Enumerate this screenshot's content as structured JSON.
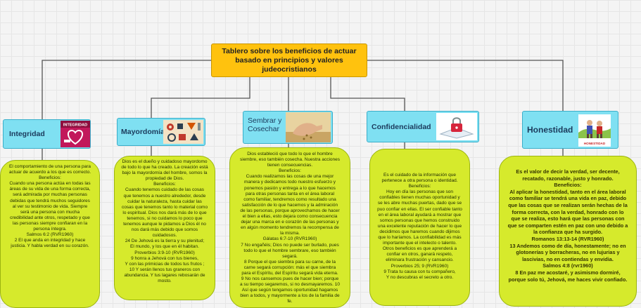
{
  "root": {
    "lines": [
      "Tablero sobre los beneficios de actuar",
      "basado en principios y valores",
      "judeocristianos"
    ]
  },
  "branches": [
    {
      "id": "integridad",
      "title": "Integridad",
      "image_caption": "INTEGRIDAD",
      "icon": "integrity-heart-icon",
      "lines": [
        "El comportamiento de una persona para",
        "actuar de acuerdo a los que es correcto.",
        "Beneficios:",
        "Cuando una persona actúa en todas las",
        "áreas de su vida de una forma correcta,",
        "será admirada por muchas personas",
        "debidas que tendrá muchos seguidores",
        "al ver su testimonio de vida. Siempre",
        "será una persona con mucha",
        "credibilidad ante otros, respetado y que",
        "las personas siempre confiaran en la",
        "persona íntegra.",
        "Salmos 6:2 (RVR1960)",
        "2 El que anda en integridad y hace",
        "justicia. Y habla verdad en su corazón."
      ]
    },
    {
      "id": "mayordomia",
      "title": "Mayordomía",
      "icon": "stewardship-tools-icon",
      "lines": [
        "Dios es el dueño y cuidadoso mayordomo",
        "de todo lo que ha creado. La creación está",
        "bajo la mayordomía del hombre, somos la",
        "propiedad de Dios.",
        "Beneficios:",
        "Cuando tenemos cuidado de las cosas",
        "que tenemos a nuestro alrededor, desde",
        "cuidar la naturaleza, hasta cuidar las",
        "cosas que tenemos tanto lo material como",
        "lo espiritual. Dios nos dará más de lo que",
        "tenemos, si no cuidamos lo poco que",
        "tenemos aunque le pidamos a Dios él no",
        "nos dará más debido que somos",
        "cuidadosos.",
        "24 De Jehová es la tierra y su plenitud;",
        "El mundo, y los que en él habitan.",
        "Proverbios 3:9-10 (RVR1960)",
        "9 honra a Jehová con tus bienes,",
        "Y con las primicias de todos tus frutos ;",
        "10 Y serán llenos tus graneros con",
        "abundancia. Y tus lagares rebosarán de",
        "mosto."
      ]
    },
    {
      "id": "sembrar",
      "title_lines": [
        "Sembrar y",
        "Cosechar"
      ],
      "icon": "sowing-hand-icon",
      "lines": [
        "Dios estableció que todo lo que el hombre",
        "siembre, eso también cosecha. Nuestra acciones",
        "tienen consecuencias.",
        "Beneficios:",
        "Cuando realizamos las cosas de una mejor",
        "manera y dedicamos todo nuestro esfuerzo y",
        "ponemos pasión y entrega a lo que hacemos",
        "para otras personas tanta en el área laboral",
        "como familiar, tendremos como resultado una",
        "satisfacción de lo que hacemos y la admiración",
        "de las personas, porque aprovechamos de hacer",
        "el bien a ellas, esto dejara como consecuencia",
        "dejar una marca en e corazón de las personas y",
        "en algún momento tendremos la recompensa de",
        "la misma.",
        "Gálatas 6:7-10 (RVR1960)",
        "7 No engañéis; Dios no puede ser burlado, pues",
        "todo lo que el hombre sembrare, eso también",
        "segará.",
        "8 Porque el que siembra para su carne, de la",
        "carne segará corrupción: más el que siembra",
        "para el Espíritu, del Espíritu segará vida eterna.",
        "9 No nos cansemos pues de hacer bien; porque",
        "a su tiempo segaremos, si no desmayaremos. 10",
        "Así que según tengamos oportunidad hagamos",
        "bien a todos, y mayormente a los de la familia de",
        "fe."
      ]
    },
    {
      "id": "confidencialidad",
      "title": "Confidencialidad",
      "icon": "lock-icon",
      "lines": [
        "Es el cuidado de la información que",
        "pertenece a otra persona o identidad.",
        "Beneficios:",
        "Hoy en día las personas que son",
        "confiables tienen muchas oportunidad y",
        "se les abre muchas puertas, dado que se",
        "puo confiar en ellas. El ser confiable tanto",
        "en el área laboral ayudará a mostrar que",
        "somos personas que hemos construido",
        "una excelente reputación de hacer lo que",
        "decidimos que haremos cuando dijimos",
        "que lo haríamos. La confiabilidad es más",
        "importante que el intelecto o talento.",
        "Otros beneficios es que aprenderá a",
        "confiar en otros, ganará respeto,",
        "eliminara frustración y cansancio.",
        "Proverbios 25; 9 (RVR1960)",
        "9 Trata tu causa con tu compañero,",
        "Y no descubras el secreto a otro."
      ]
    },
    {
      "id": "honestidad",
      "title": "Honestidad",
      "image_caption": "HONESTIDAD",
      "icon": "honesty-people-icon",
      "lines": [
        "Es el valor de decir la verdad, ser decente,",
        "recatado, razonable, justo y honrado.",
        "Beneficios:",
        "Al aplicar la honestidad, tanto en el área laboral",
        "como familiar se tendrá una vida en paz, debido",
        "que las cosas que se realizan serán hechas de la",
        "forma correcta, con la verdad, honrado con lo",
        "que se realiza, esto hará que las personas con",
        "que se comparten estén en paz con uno debido a",
        "la confianza que ha surgido.",
        "Romanos 13:13-14 (RVR1960)",
        "13 Andemos como de día, honestamente; no en",
        "glotonerías y borracheras, no en lujurias y",
        "lascivias, no en contiendas y envidia.",
        "Salmos 4:8 (rvr1960)",
        "8 En paz me acostaré, y asimismo dormiré,",
        "porque solo tú, Jehová, me haces vivir confiado."
      ]
    }
  ],
  "colors": {
    "root_fill": "#ffc20e",
    "header_fill": "#7fe0f2",
    "note_fill": "#d6ea2c",
    "title_text": "#1b3a5c"
  }
}
